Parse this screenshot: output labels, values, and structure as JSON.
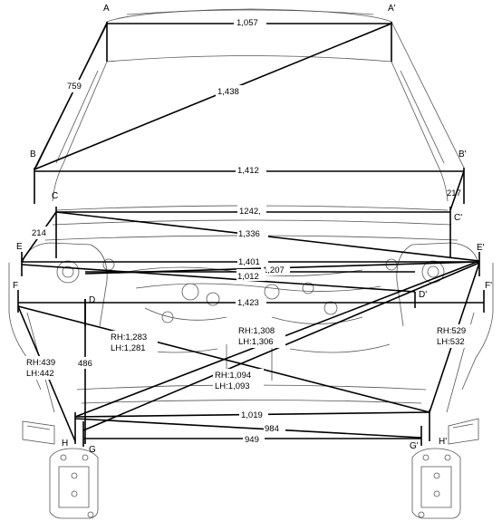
{
  "points": {
    "A": "A",
    "A_prime": "A'",
    "B": "B",
    "B_prime": "B'",
    "C": "C",
    "C_prime": "C'",
    "D": "D",
    "D_prime": "D'",
    "E": "E",
    "E_prime": "E'",
    "F": "F",
    "F_prime": "F'",
    "G": "G",
    "G_prime": "G'",
    "H": "H",
    "H_prime": "H'"
  },
  "dimensions": {
    "a_a": "1,057",
    "a_b": "759",
    "b_a": "1,438",
    "b_b": "1,412",
    "b_c_right": "217",
    "c_c": "1242,",
    "c_e": "1,336",
    "e_c_left": "214",
    "e_e": "1,401",
    "d_e": "1,207",
    "d_d_top": "1,012",
    "f_f": "1,423",
    "f_h_rh": "RH:1,283",
    "f_h_lh": "LH:1,281",
    "e_h_rh": "RH:1,308",
    "e_h_lh": "LH:1,306",
    "f_g_rh": "RH:439",
    "f_g_lh": "LH:442",
    "d_g": "486",
    "g_e_rh": "RH:1,094",
    "g_e_lh": "LH:1,093",
    "e_h_right_rh": "RH:529",
    "e_h_right_lh": "LH:532",
    "h_h": "1,019",
    "h_g": "984",
    "g_g": "949"
  },
  "colors": {
    "line": "#000000",
    "outline": "#555555"
  }
}
